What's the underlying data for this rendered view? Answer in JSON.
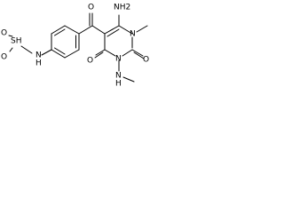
{
  "molecule": {
    "atoms": {
      "oxygen_sulfonyl_1": "O",
      "sulfur_hydrogen": "SH",
      "oxygen_sulfonyl_2": "O",
      "amide_nitrogen": "N",
      "amide_hydrogen": "H",
      "ketone_oxygen": "O",
      "amino_group": "NH2",
      "ring_nitrogen_methyl": "N",
      "carbonyl_oxygen_right": "O",
      "carbonyl_oxygen_bottom": "O",
      "ring_nitrogen_bottom": "N",
      "hydrazine_nitrogen": "N",
      "hydrazine_hydrogen": "H"
    },
    "colors": {
      "bond": "#000000",
      "label": "#000000",
      "background": "#ffffff"
    }
  }
}
